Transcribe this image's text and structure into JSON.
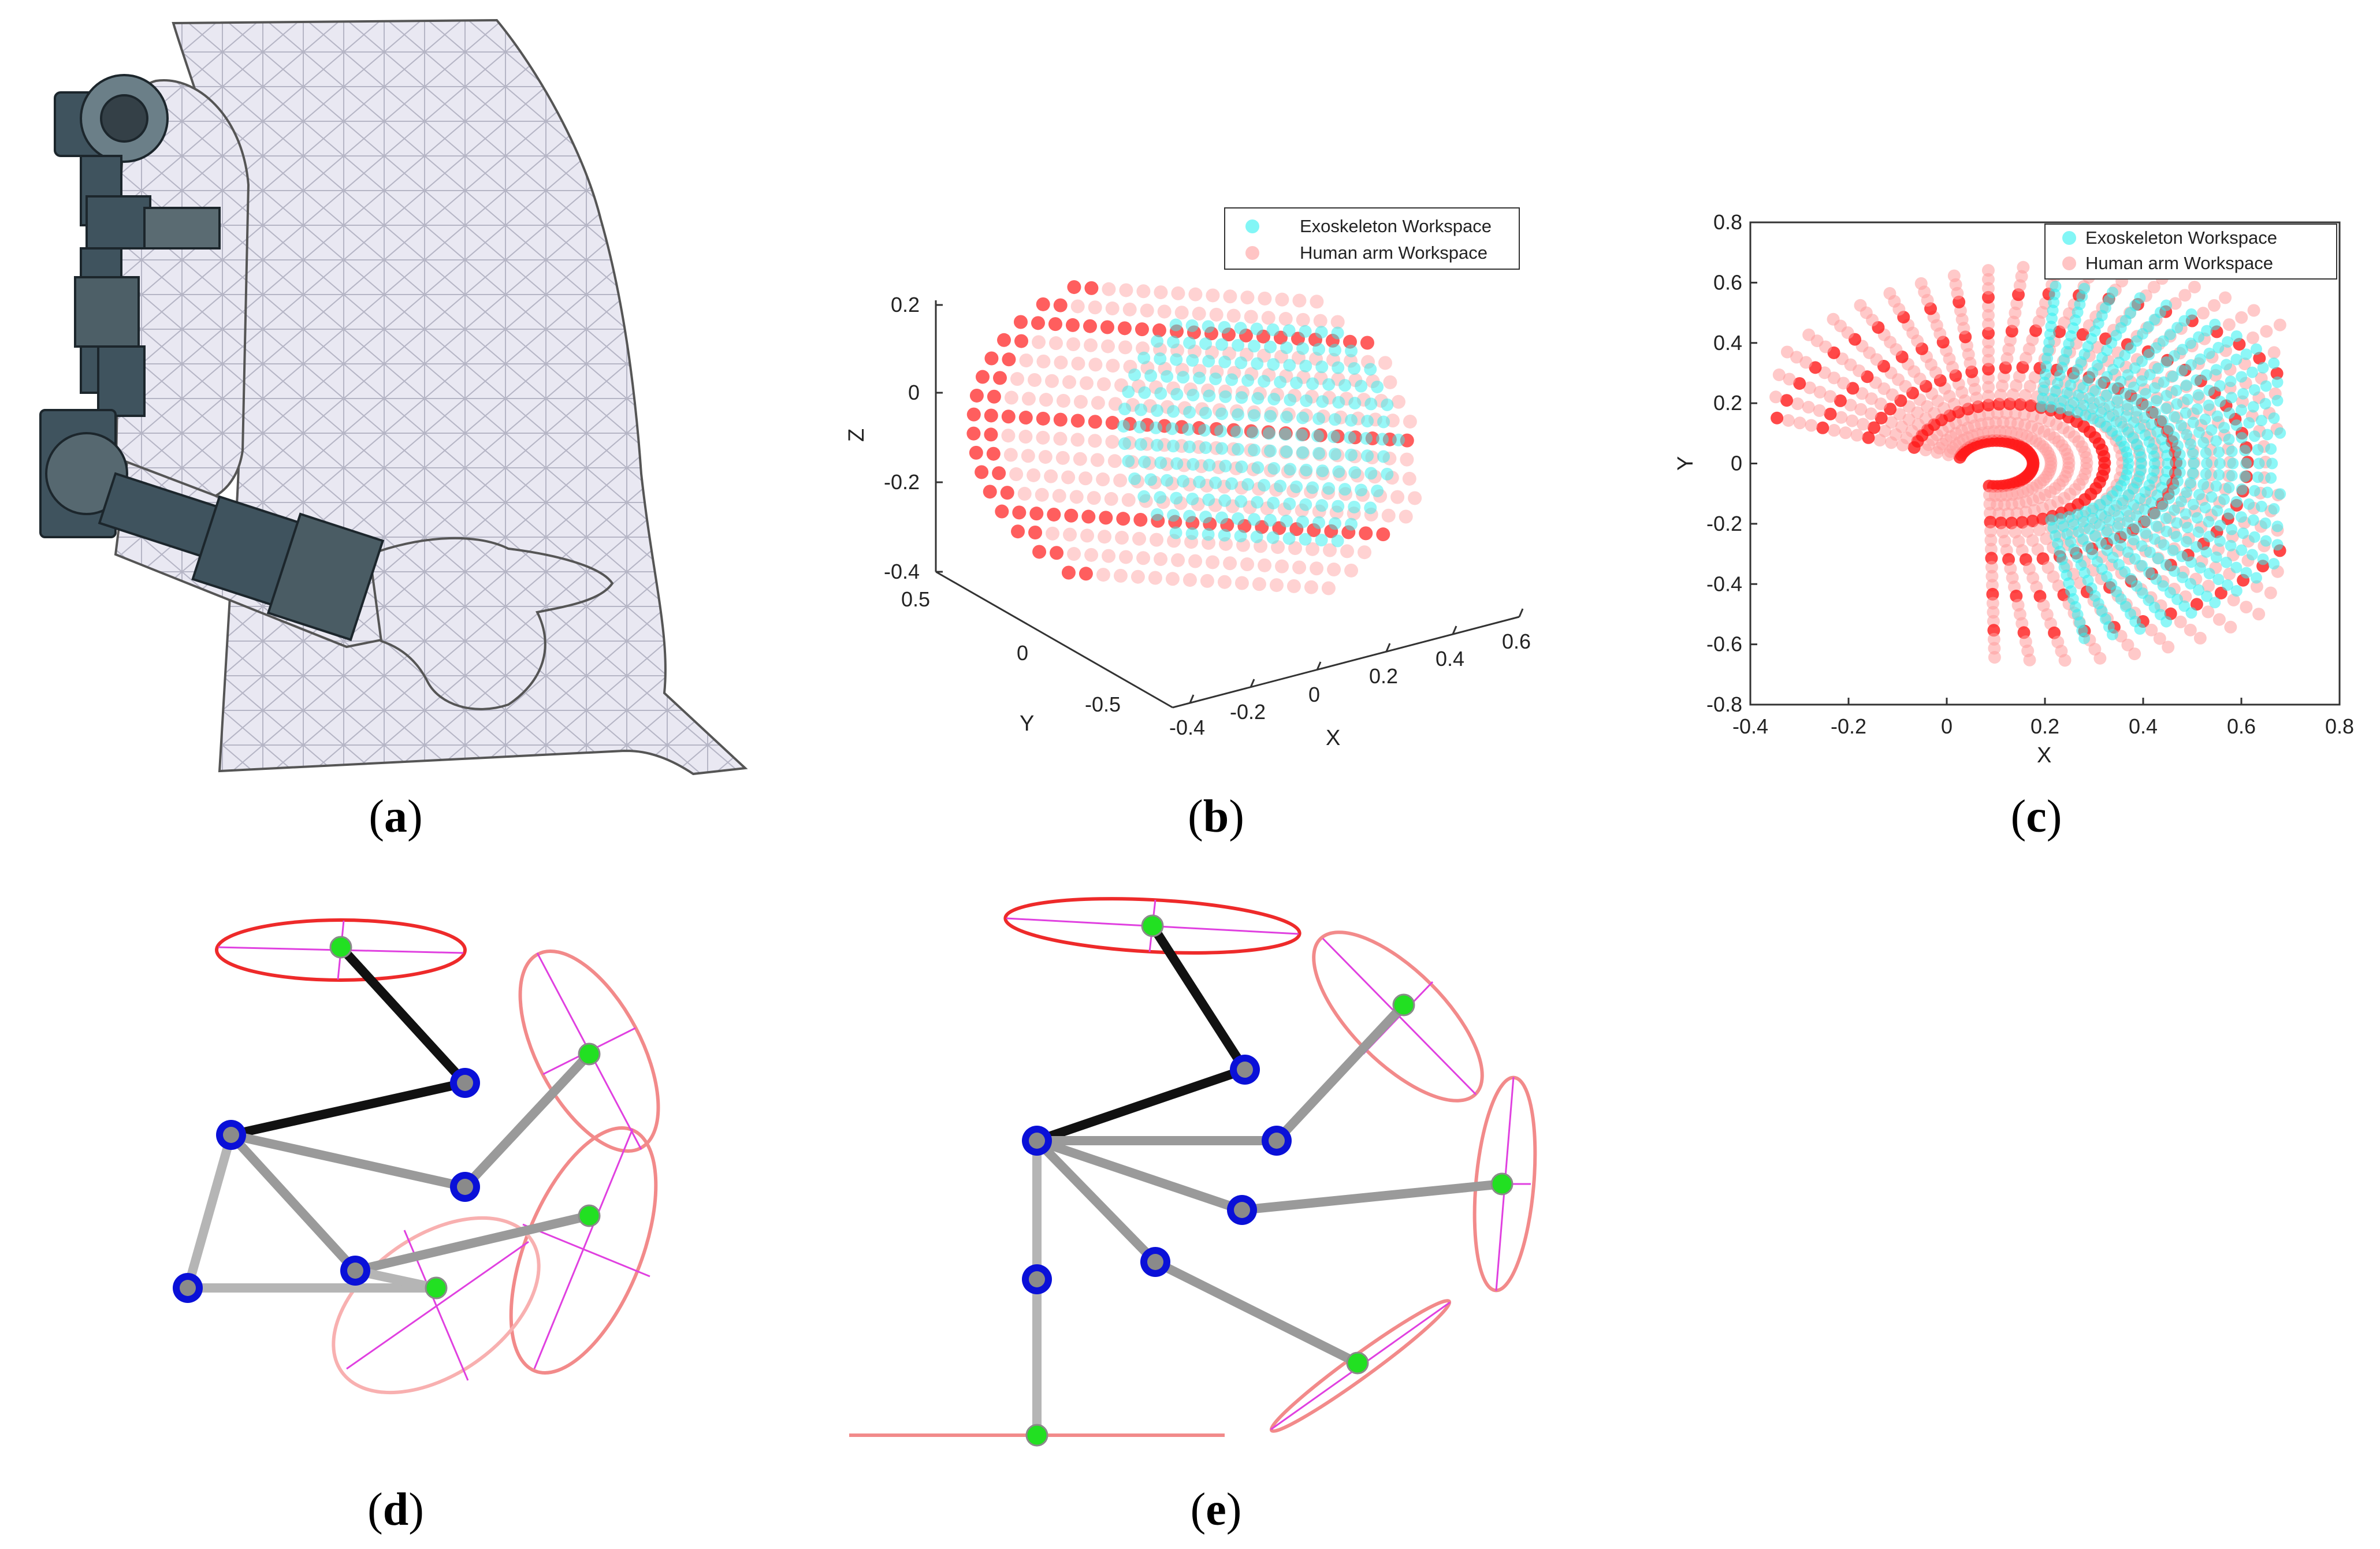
{
  "figure": {
    "panels": [
      {
        "id": "a",
        "label": "a"
      },
      {
        "id": "b",
        "label": "b"
      },
      {
        "id": "c",
        "label": "c"
      },
      {
        "id": "d",
        "label": "d"
      },
      {
        "id": "e",
        "label": "e"
      }
    ]
  },
  "colors": {
    "exoskeleton": "#2ff0f0",
    "human_light": "#ff9c9c",
    "human_dark": "#ff1a1a",
    "joint_outer": "#0a10d8",
    "joint_inner": "#8a8a8a",
    "node_green": "#22e022",
    "ellipse_red": "#ee2a2a",
    "ellipse_light": "#f28a8a",
    "axis_magenta": "#e040e0",
    "link_black": "#111111",
    "link_gray": "#9a9a9a"
  },
  "chart_data": [
    {
      "panel": "b",
      "type": "scatter",
      "projection": "3d",
      "xlabel": "X",
      "ylabel": "Y",
      "zlabel": "Z",
      "xticks": [
        "-0.4",
        "-0.2",
        "0",
        "0.2",
        "0.4",
        "0.6"
      ],
      "yticks": [
        "-0.5",
        "0",
        "0.5"
      ],
      "zticks": [
        "-0.4",
        "-0.2",
        "0",
        "0.2"
      ],
      "legend": {
        "placement": "top-right",
        "entries": [
          "Exoskeleton Workspace",
          "Human arm Workspace"
        ]
      },
      "series": [
        {
          "name": "Exoskeleton Workspace",
          "color": "#2ff0f0"
        },
        {
          "name": "Human arm Workspace",
          "color": "#ff9c9c"
        }
      ]
    },
    {
      "panel": "c",
      "type": "scatter",
      "xlabel": "X",
      "ylabel": "Y",
      "xlim": [
        -0.4,
        0.8
      ],
      "ylim": [
        -0.8,
        0.8
      ],
      "xticks": [
        "-0.4",
        "-0.2",
        "0",
        "0.2",
        "0.4",
        "0.6",
        "0.8"
      ],
      "yticks": [
        "-0.8",
        "-0.6",
        "-0.4",
        "-0.2",
        "0",
        "0.2",
        "0.4",
        "0.6",
        "0.8"
      ],
      "legend": {
        "placement": "top-right",
        "entries": [
          "Exoskeleton Workspace",
          "Human arm Workspace"
        ]
      },
      "series": [
        {
          "name": "Exoskeleton Workspace",
          "color": "#2ff0f0"
        },
        {
          "name": "Human arm Workspace",
          "color": "#ff9c9c"
        }
      ]
    }
  ]
}
